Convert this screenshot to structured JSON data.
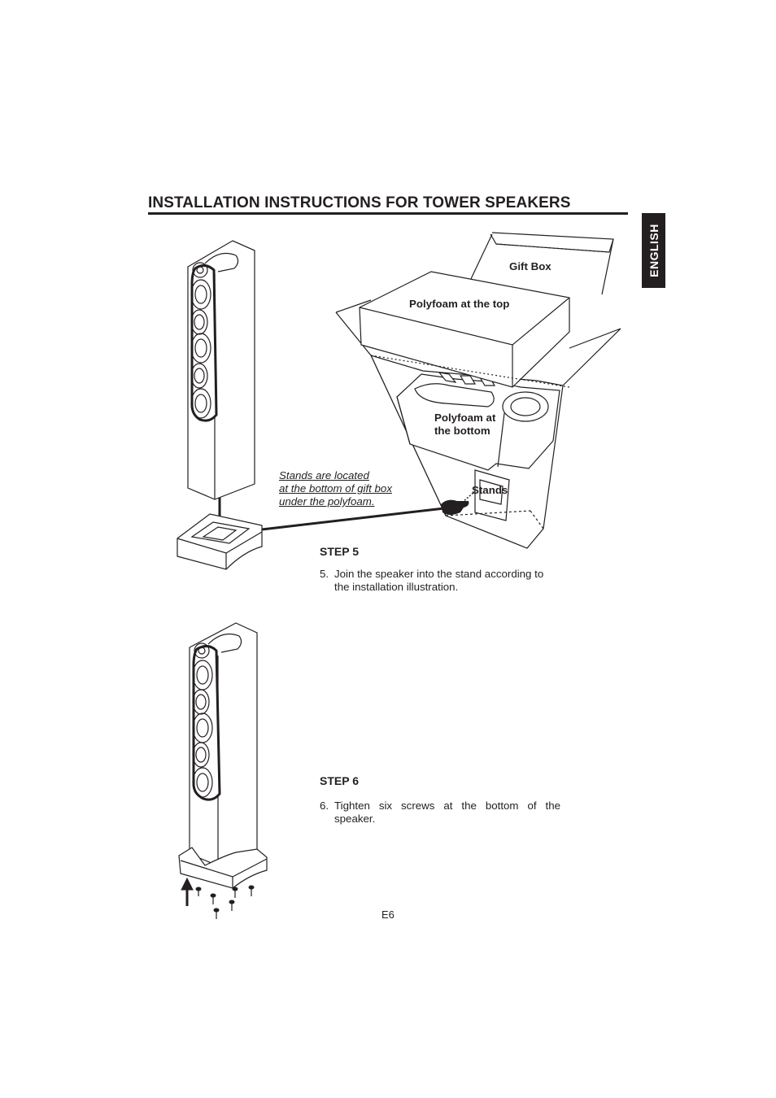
{
  "header": {
    "title": "INSTALLATION INSTRUCTIONS FOR TOWER SPEAKERS",
    "language_tab": "ENGLISH"
  },
  "diagram": {
    "label_gift_box": "Gift Box",
    "label_polyfoam_top": "Polyfoam at the top",
    "label_polyfoam_bottom_line1": "Polyfoam at",
    "label_polyfoam_bottom_line2": "the bottom",
    "label_stands": "Stands",
    "note_line1": "Stands are located",
    "note_line2": "at the bottom of gift box",
    "note_line3": "under the polyfoam."
  },
  "steps": [
    {
      "heading": "STEP 5",
      "number": "5.",
      "text": "Join the speaker into the stand according to the installation illustration."
    },
    {
      "heading": "STEP 6",
      "number": "6.",
      "text": "Tighten six screws at the bottom of the speaker."
    }
  ],
  "footer": {
    "page_number": "E6"
  }
}
